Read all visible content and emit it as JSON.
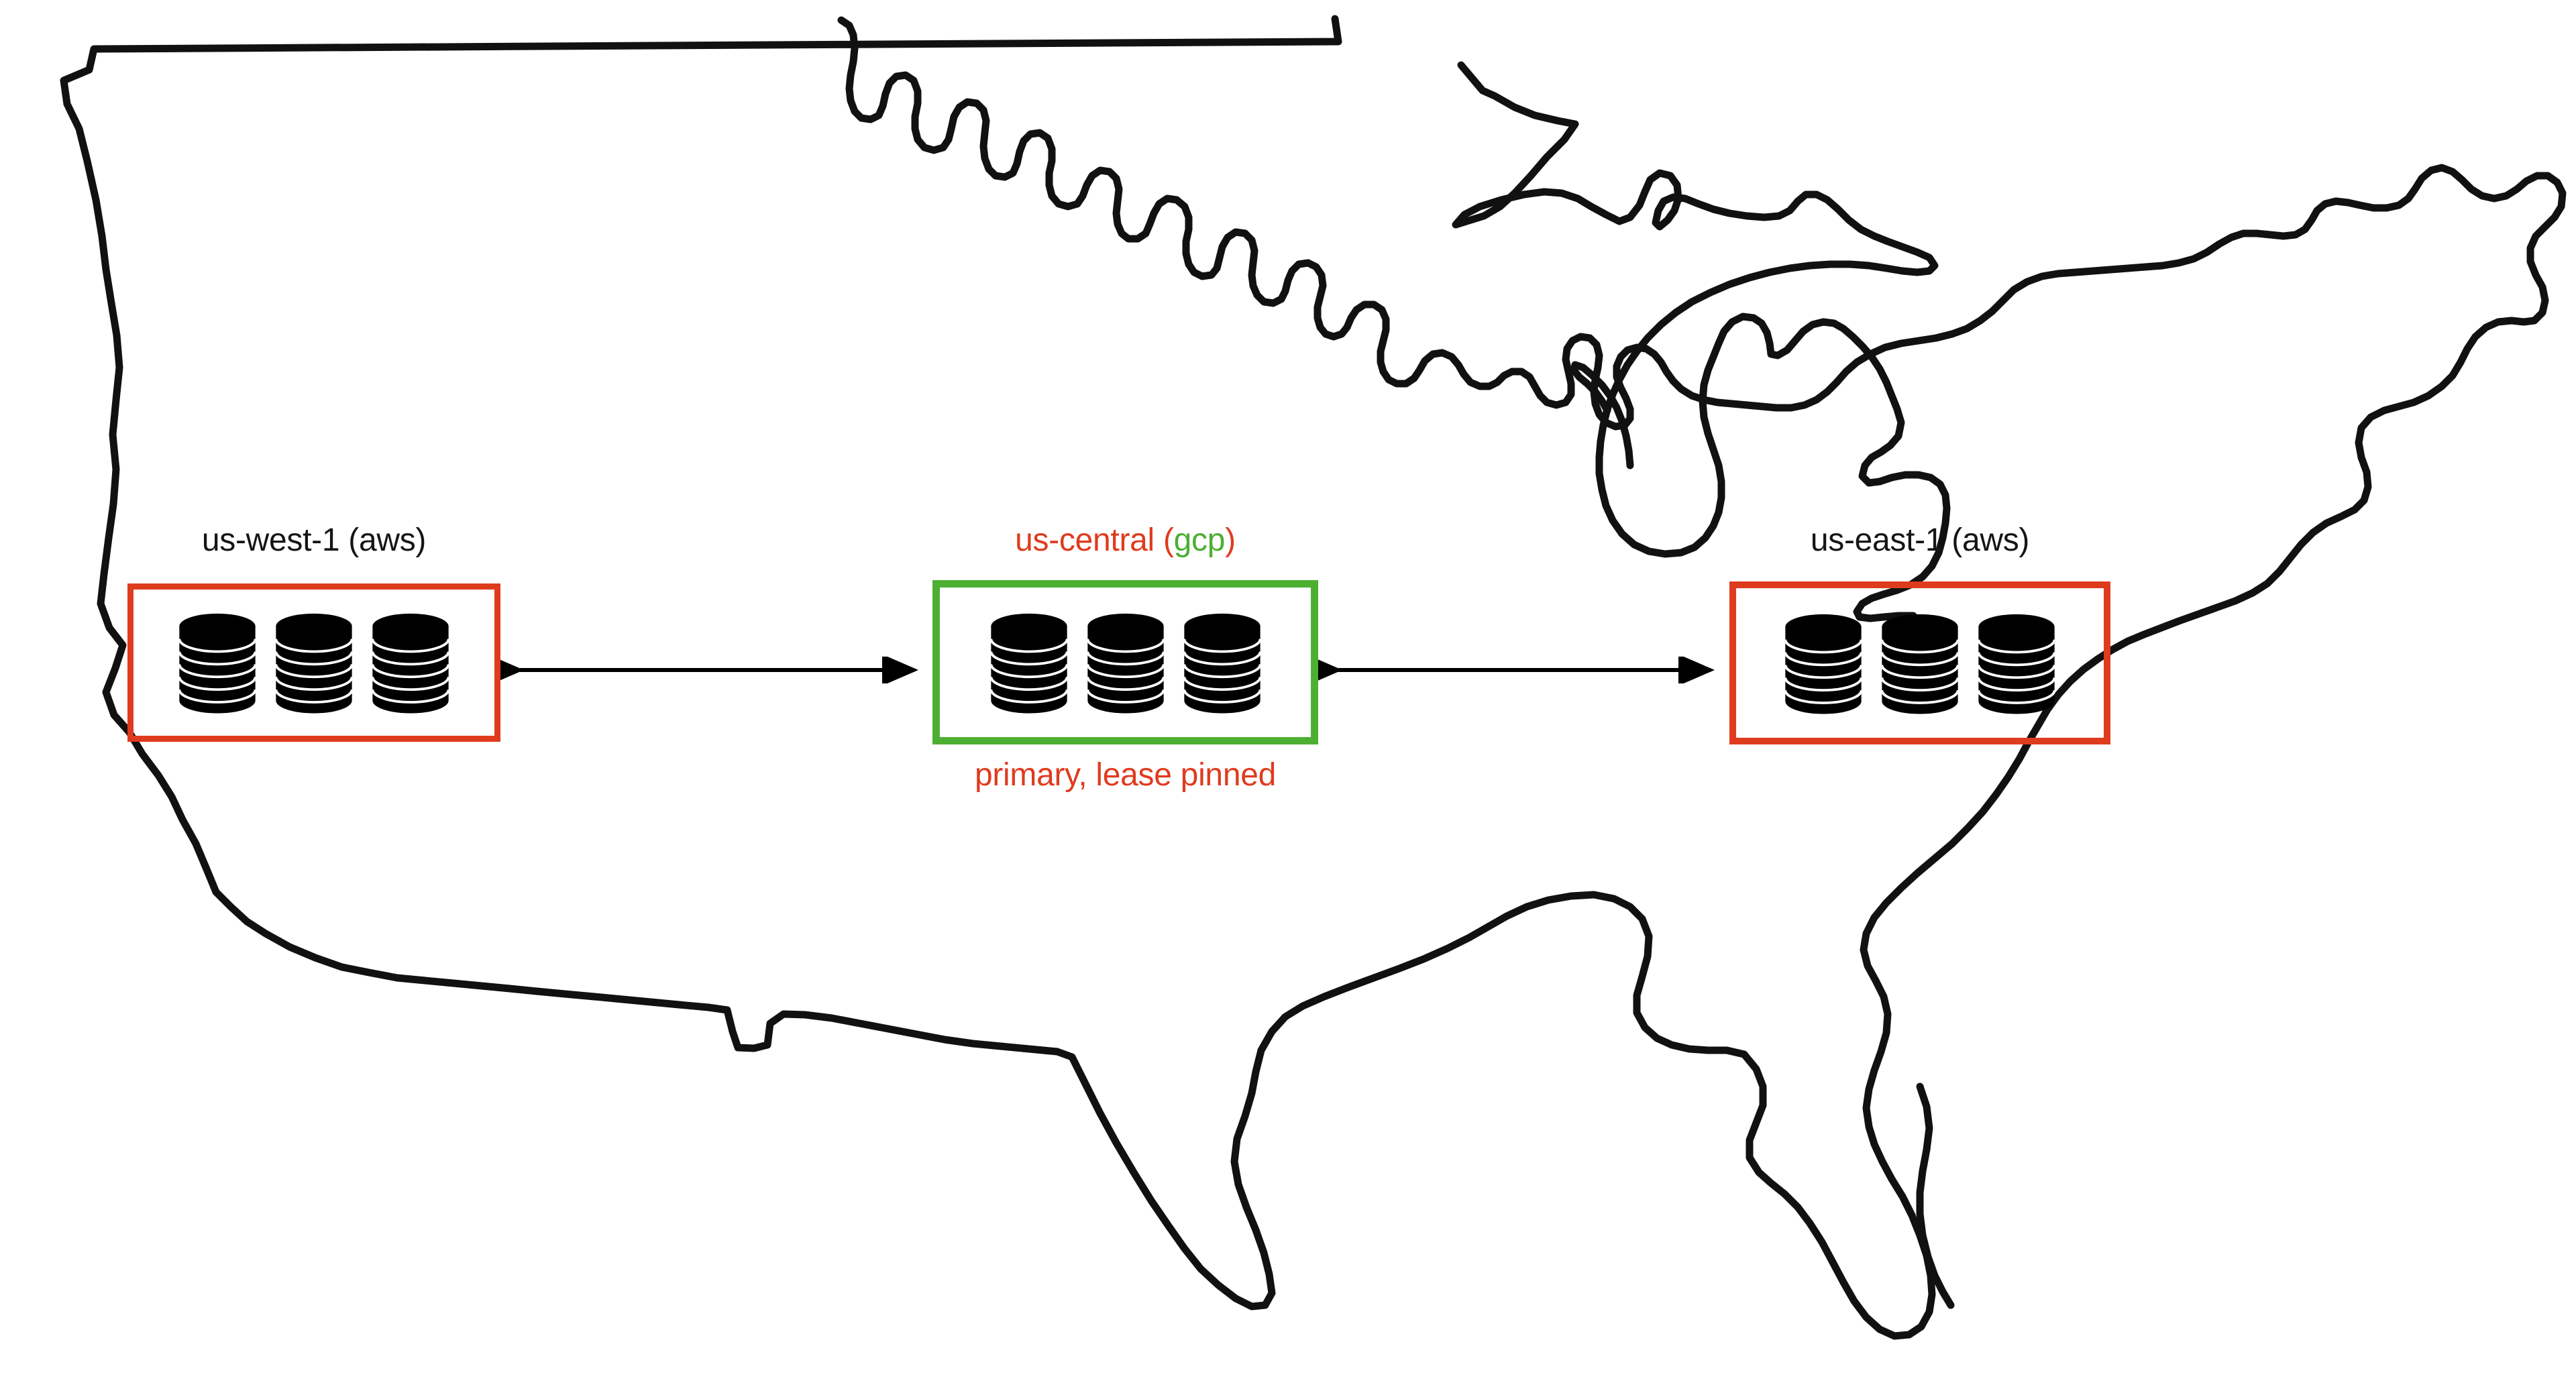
{
  "diagram": {
    "title_text_present": false,
    "background_color": "#ffffff",
    "map_outline_color": "#111111",
    "colors": {
      "red": "#DF3B1E",
      "green": "#4CAF32",
      "black": "#151515"
    },
    "regions": [
      {
        "id": "us-west-1",
        "label": "us-west-1 (aws)",
        "label_color": "#151515",
        "box_color": "#DF3B1E",
        "node_count": 3,
        "node_icon": "database-stack-icon",
        "sublabel": "",
        "sublabel_color": "#DF3B1E"
      },
      {
        "id": "us-central",
        "label_part_1": "us-central ",
        "label_part_2": "gcp",
        "label_open_paren": "(",
        "label_close_paren": ")",
        "label_color": "#DF3B1E",
        "label_accent_color": "#4CAF32",
        "box_color": "#4CAF32",
        "node_count": 3,
        "node_icon": "database-stack-icon",
        "sublabel": "primary, lease pinned",
        "sublabel_color": "#DF3B1E"
      },
      {
        "id": "us-east-1",
        "label": "us-east-1 (aws)",
        "label_color": "#151515",
        "box_color": "#DF3B1E",
        "node_count": 3,
        "node_icon": "database-stack-icon",
        "sublabel": "",
        "sublabel_color": "#DF3B1E"
      }
    ],
    "connections": [
      {
        "id": "west-to-central",
        "from": "us-west-1",
        "to": "us-central",
        "style": "double-headed-arrow",
        "color": "#000000"
      },
      {
        "id": "central-to-east",
        "from": "us-central",
        "to": "us-east-1",
        "style": "double-headed-arrow",
        "color": "#000000"
      }
    ]
  }
}
